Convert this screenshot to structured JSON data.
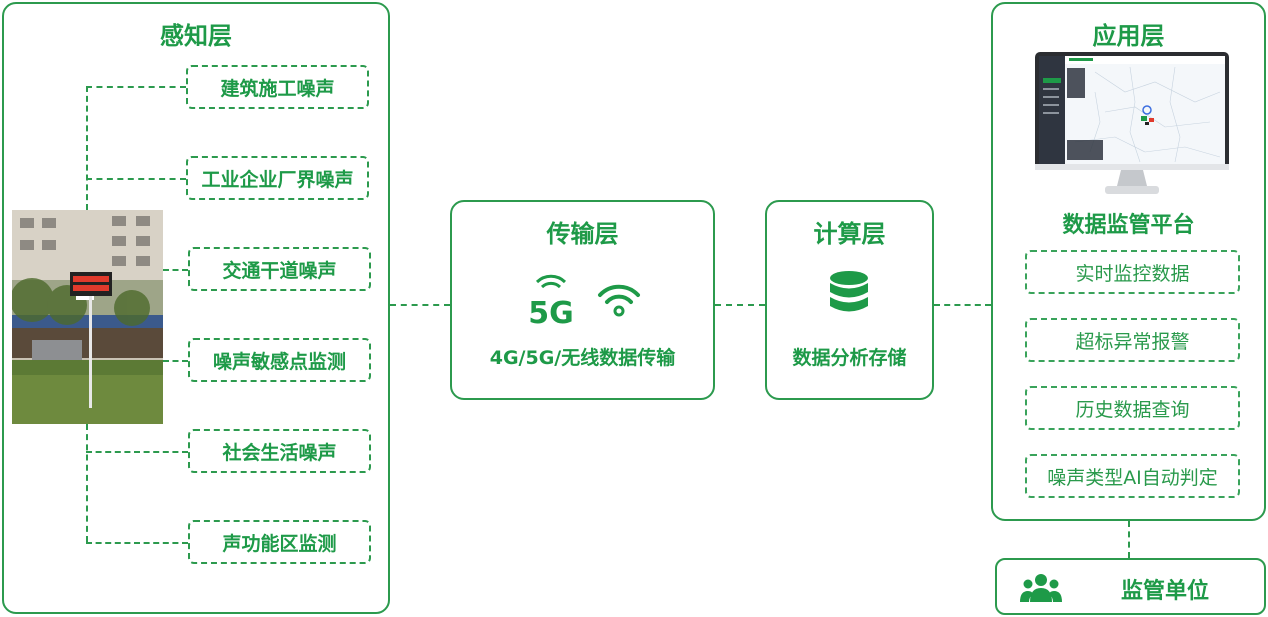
{
  "perception": {
    "title": "感知层",
    "items": [
      "建筑施工噪声",
      "工业企业厂界噪声",
      "交通干道噪声",
      "噪声敏感点监测",
      "社会生活噪声",
      "声功能区监测"
    ]
  },
  "transport": {
    "title": "传输层",
    "icon_5g_label": "5G",
    "caption": "4G/5G/无线数据传输"
  },
  "compute": {
    "title": "计算层",
    "caption": "数据分析存储"
  },
  "application": {
    "title": "应用层",
    "platform_name": "数据监管平台",
    "features": [
      "实时监控数据",
      "超标异常报警",
      "历史数据查询",
      "噪声类型AI自动判定"
    ]
  },
  "supervisor": {
    "label": "监管单位"
  },
  "colors": {
    "accent": "#1e9a48",
    "border": "#2c9a4e"
  },
  "icons": [
    "signal-5g-icon",
    "wifi-icon",
    "database-icon",
    "monitor-screenshot",
    "people-group-icon",
    "noise-monitor-photo"
  ]
}
